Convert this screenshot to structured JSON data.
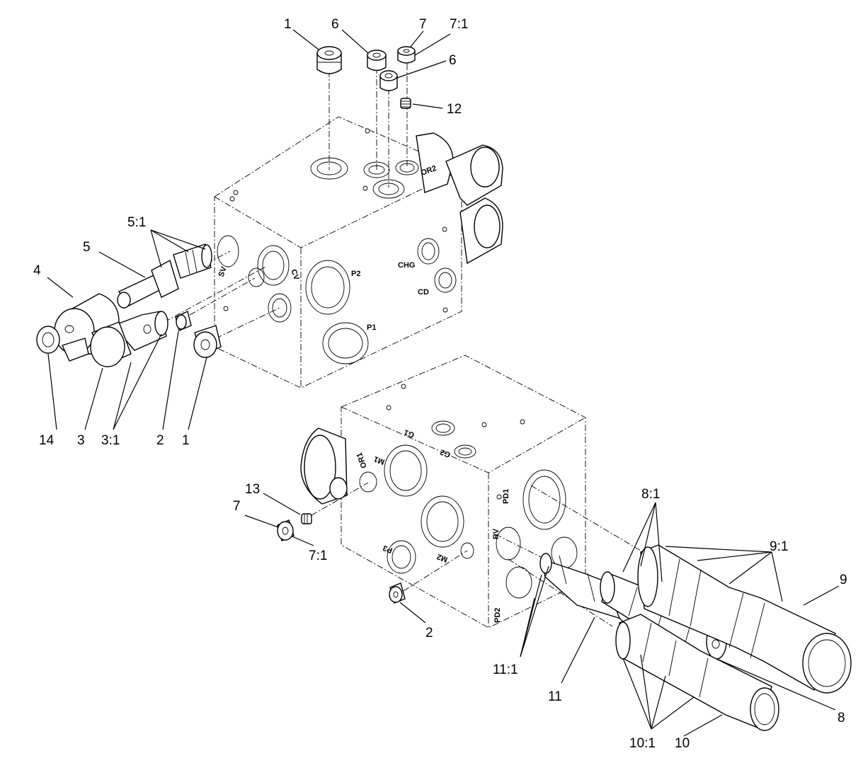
{
  "diagram": {
    "callouts": {
      "c1_top": "1",
      "c6_a": "6",
      "c7_top": "7",
      "c71_top": "7:1",
      "c6_b": "6",
      "c12": "12",
      "c51": "5:1",
      "c5": "5",
      "c4": "4",
      "c14": "14",
      "c3": "3",
      "c31": "3:1",
      "c2_left": "2",
      "c1_left": "1",
      "c13": "13",
      "c7_mid": "7",
      "c71_mid": "7:1",
      "c2_mid": "2",
      "c81": "8:1",
      "c91": "9:1",
      "c9": "9",
      "c111": "11:1",
      "c11": "11",
      "c101": "10:1",
      "c10": "10",
      "c8": "8"
    },
    "ports": {
      "sv": "SV",
      "cv": "CV",
      "p2": "P2",
      "p1": "P1",
      "chg": "CHG",
      "cd": "CD",
      "or2": "OR2",
      "g1": "G1",
      "g2": "G2",
      "m1": "M1",
      "or1": "OR1",
      "pd1": "PD1",
      "rv": "RV",
      "pd2": "PD2",
      "p3": "P3",
      "m2": "M2"
    }
  }
}
